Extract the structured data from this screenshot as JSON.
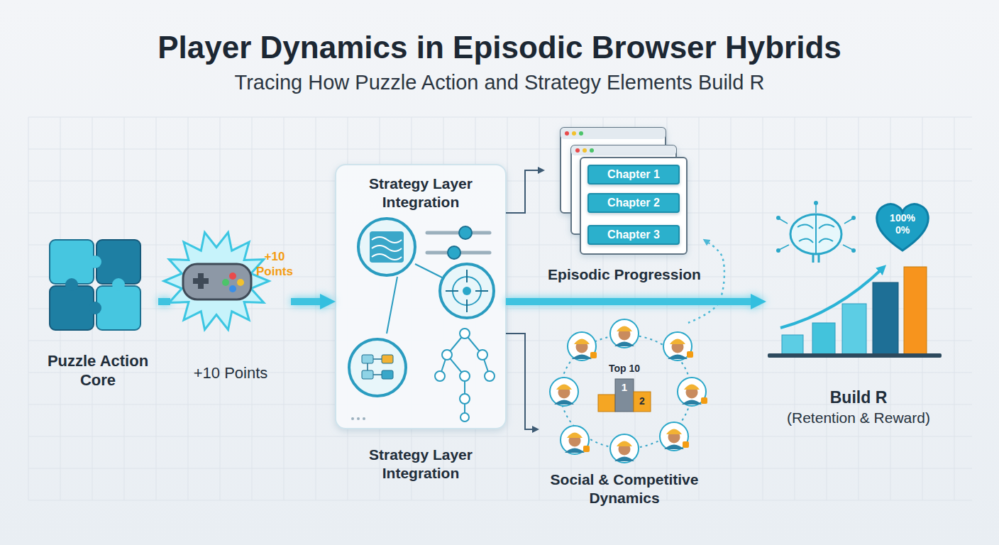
{
  "diagram": {
    "title": "Player Dynamics in Episodic Browser Hybrids",
    "caption": "Tracing How Puzzle Action and Strategy Elements Build R",
    "nodes": [
      {
        "text": [
          "Puzzle Action Core"
        ]
      },
      {
        "text": [
          "+10 Points",
          "+10 Points"
        ]
      },
      {
        "text": [
          "Strategy Layer Integration",
          "Strategy Layer Integration"
        ]
      },
      {
        "text": [
          "Episodic Progression"
        ]
      },
      {
        "text": [
          "Chapter 1"
        ],
        "in": 3
      },
      {
        "text": [
          "Chapter 2"
        ],
        "in": 3
      },
      {
        "text": [
          "Chapter 3"
        ],
        "in": 3
      },
      {
        "text": [
          "Social & Competitive Dynamics"
        ]
      },
      {
        "text": [
          "Build R",
          "(Retention & Reward)"
        ]
      },
      {
        "text": [
          "100% 0%"
        ]
      }
    ],
    "edges": [
      {
        "from": 0,
        "to": 1,
        "arrow": "none"
      },
      {
        "from": 1,
        "to": 2,
        "arrow": "to"
      },
      {
        "from": 2,
        "to": 3,
        "arrow": "to"
      },
      {
        "from": 2,
        "to": 7,
        "arrow": "to"
      },
      {
        "from": 7,
        "to": 3,
        "arrow": "to"
      },
      {
        "from": 2,
        "to": 8,
        "arrow": "to"
      }
    ],
    "labels": [
      "Top 10",
      "1",
      "2"
    ]
  }
}
